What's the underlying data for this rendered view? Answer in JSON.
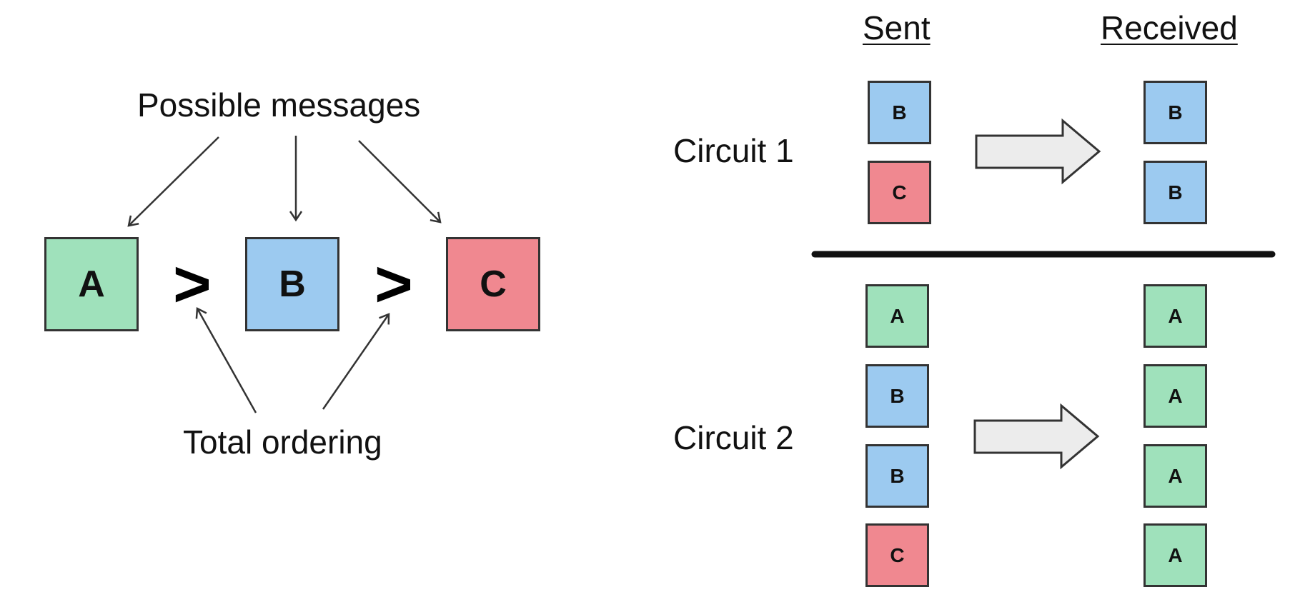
{
  "colors": {
    "A": "#9fe1bb",
    "B": "#9ccaf0",
    "C": "#f08890",
    "stroke": "#333333",
    "arrow_fill": "#ececec"
  },
  "left": {
    "possible_messages": "Possible messages",
    "total_ordering": "Total ordering",
    "boxes": [
      "A",
      "B",
      "C"
    ],
    "relation": ">"
  },
  "right": {
    "sent_header": "Sent",
    "received_header": "Received",
    "circuit1": {
      "label": "Circuit 1",
      "sent": [
        "B",
        "C"
      ],
      "received": [
        "B",
        "B"
      ]
    },
    "circuit2": {
      "label": "Circuit 2",
      "sent": [
        "A",
        "B",
        "B",
        "C"
      ],
      "received": [
        "A",
        "A",
        "A",
        "A"
      ]
    }
  }
}
